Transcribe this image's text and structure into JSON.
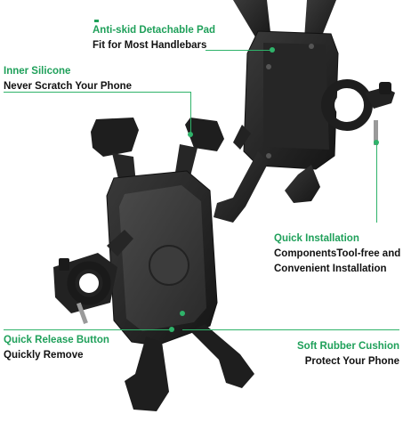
{
  "callouts": {
    "pad": {
      "line1": "Anti-skid Detachable Pad",
      "line2": "Fit for Most Handlebars"
    },
    "silicone": {
      "line1": "Inner Silicone",
      "line2": "Never Scratch Your Phone"
    },
    "install": {
      "line1": "Quick Installation",
      "line2": "ComponentsTool-free and",
      "line3": "Convenient Installation"
    },
    "release": {
      "line1": "Quick Release Button",
      "line2": "Quickly Remove"
    },
    "cushion": {
      "line1": "Soft Rubber Cushion",
      "line2": "Protect Your Phone"
    }
  },
  "colors": {
    "accent": "#1fa05a",
    "text": "#111111",
    "product": "#2b2b2b"
  }
}
